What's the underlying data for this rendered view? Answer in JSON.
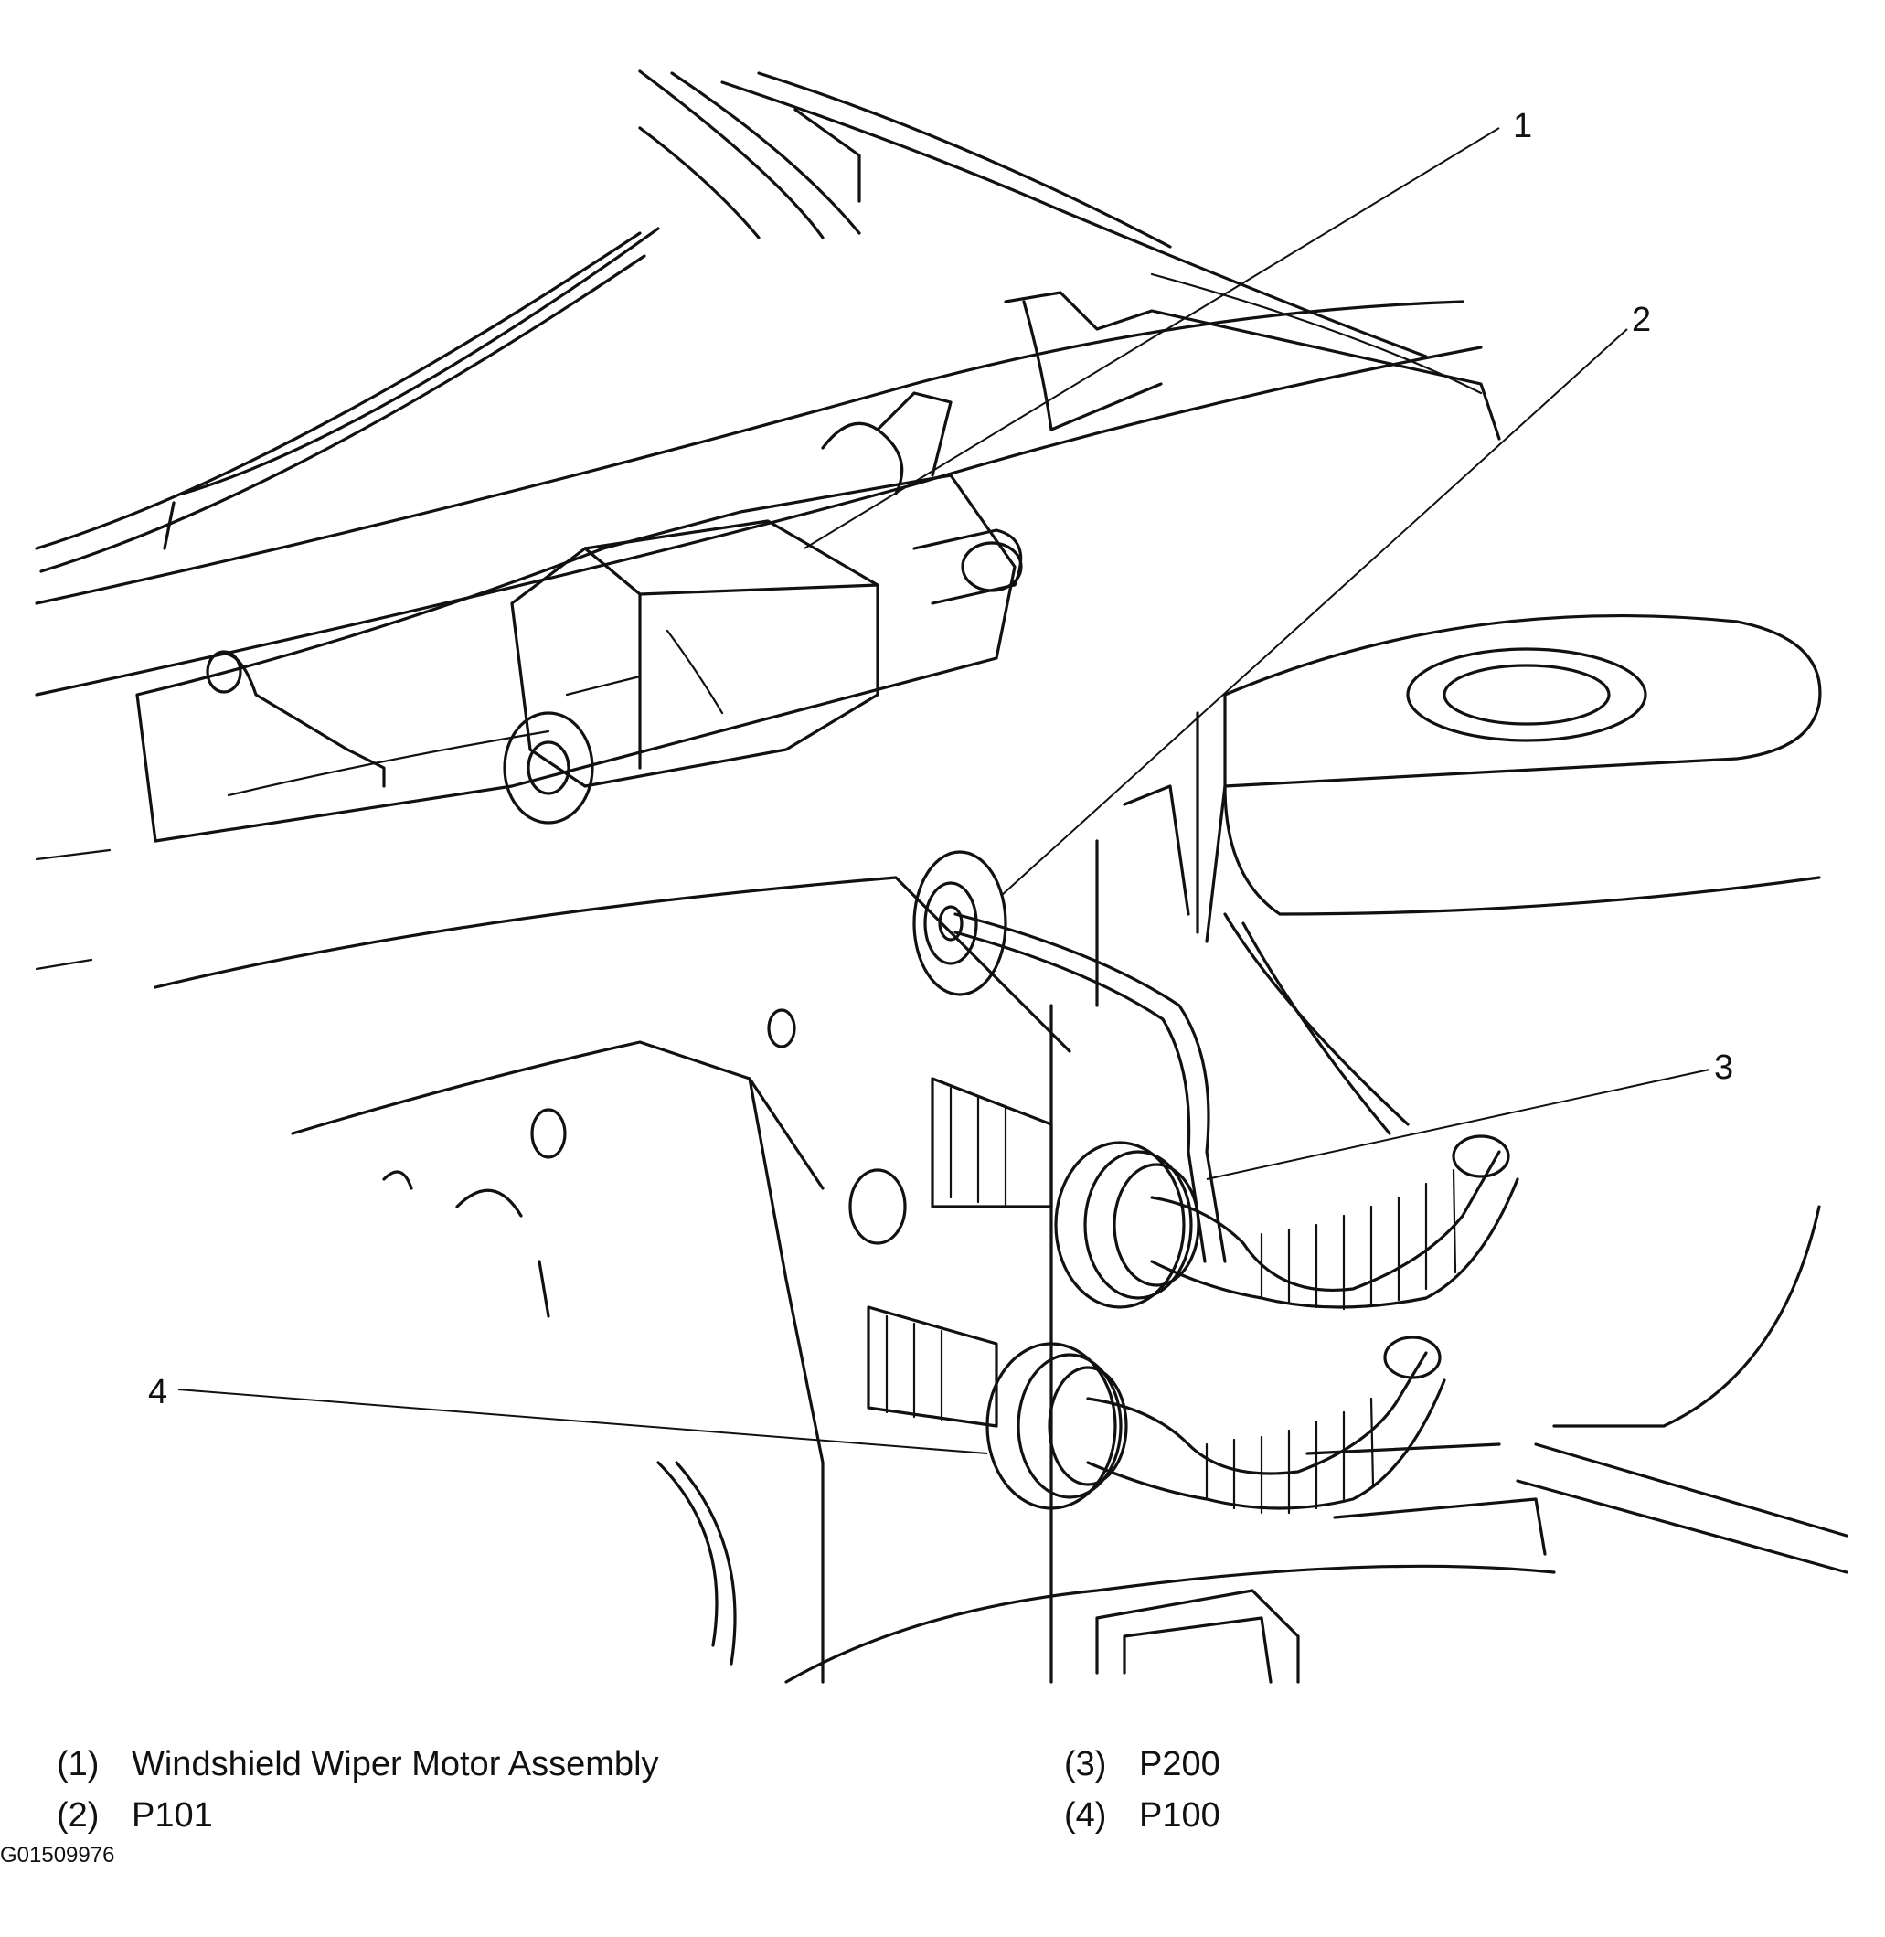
{
  "callouts": [
    {
      "number": "1",
      "label": "Windshield Wiper Motor Assembly"
    },
    {
      "number": "2",
      "label": "P101"
    },
    {
      "number": "3",
      "label": "P200"
    },
    {
      "number": "4",
      "label": "P100"
    }
  ],
  "legend": {
    "item1_num": "(1)",
    "item1_text": "Windshield Wiper Motor Assembly",
    "item2_num": "(2)",
    "item2_text": "P101",
    "item3_num": "(3)",
    "item3_text": "P200",
    "item4_num": "(4)",
    "item4_text": "P100"
  },
  "figure_id": "G01509976"
}
